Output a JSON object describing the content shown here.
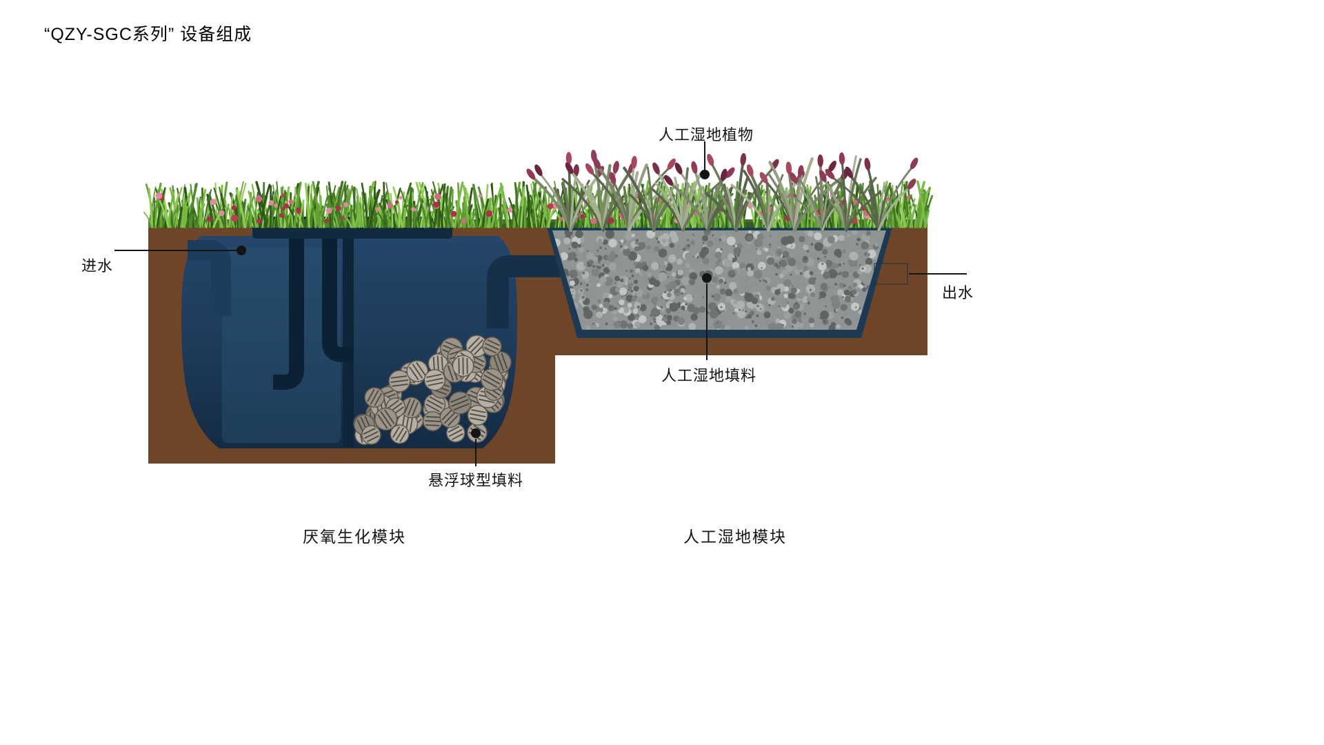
{
  "title": "“QZY-SGC系列” 设备组成",
  "labels": {
    "inlet": "进水",
    "outlet": "出水",
    "wetland_plants": "人工湿地植物",
    "wetland_media": "人工湿地填料",
    "ball_media": "悬浮球型填料",
    "anaerobic_module": "厌氧生化模块",
    "wetland_module": "人工湿地模块"
  },
  "colors": {
    "background": "#ffffff",
    "soil_brown": "#6e4526",
    "tank_navy": "#1d3a55",
    "tank_dark_navy": "#122a40",
    "pipe_navy": "#16304a",
    "gravel_grey": "#8f9595",
    "grass_green": "#4f8a2b",
    "grass_flower_pink": "#c23a52",
    "wetland_plant_green": "#7b886b",
    "wetland_flower_purple": "#8e3a52",
    "label_black": "#141414"
  }
}
